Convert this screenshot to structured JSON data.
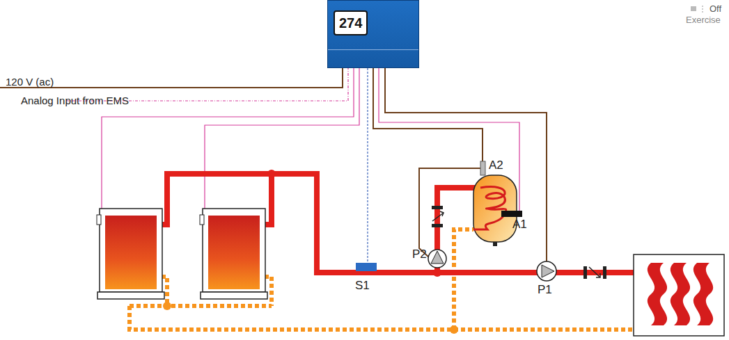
{
  "diagram": {
    "nodes": [
      {
        "text": [
          "274"
        ]
      }
    ],
    "labels": [
      "Off",
      "Exercise",
      "120 V (ac)",
      "Analog Input from EMS",
      "A2",
      "A1",
      "P2",
      "S1",
      "P1"
    ]
  }
}
